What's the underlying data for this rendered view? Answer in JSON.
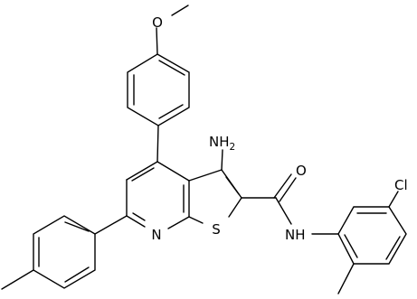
{
  "molecule": {
    "atom_labels": {
      "amine_nh2": "NH",
      "amine_nh2_sub": "2",
      "carbonyl_o": "O",
      "amide_nh": "NH",
      "chloro": "Cl",
      "pyridine_n": "N",
      "thiophene_s": "S",
      "methoxy_o": "O"
    }
  }
}
